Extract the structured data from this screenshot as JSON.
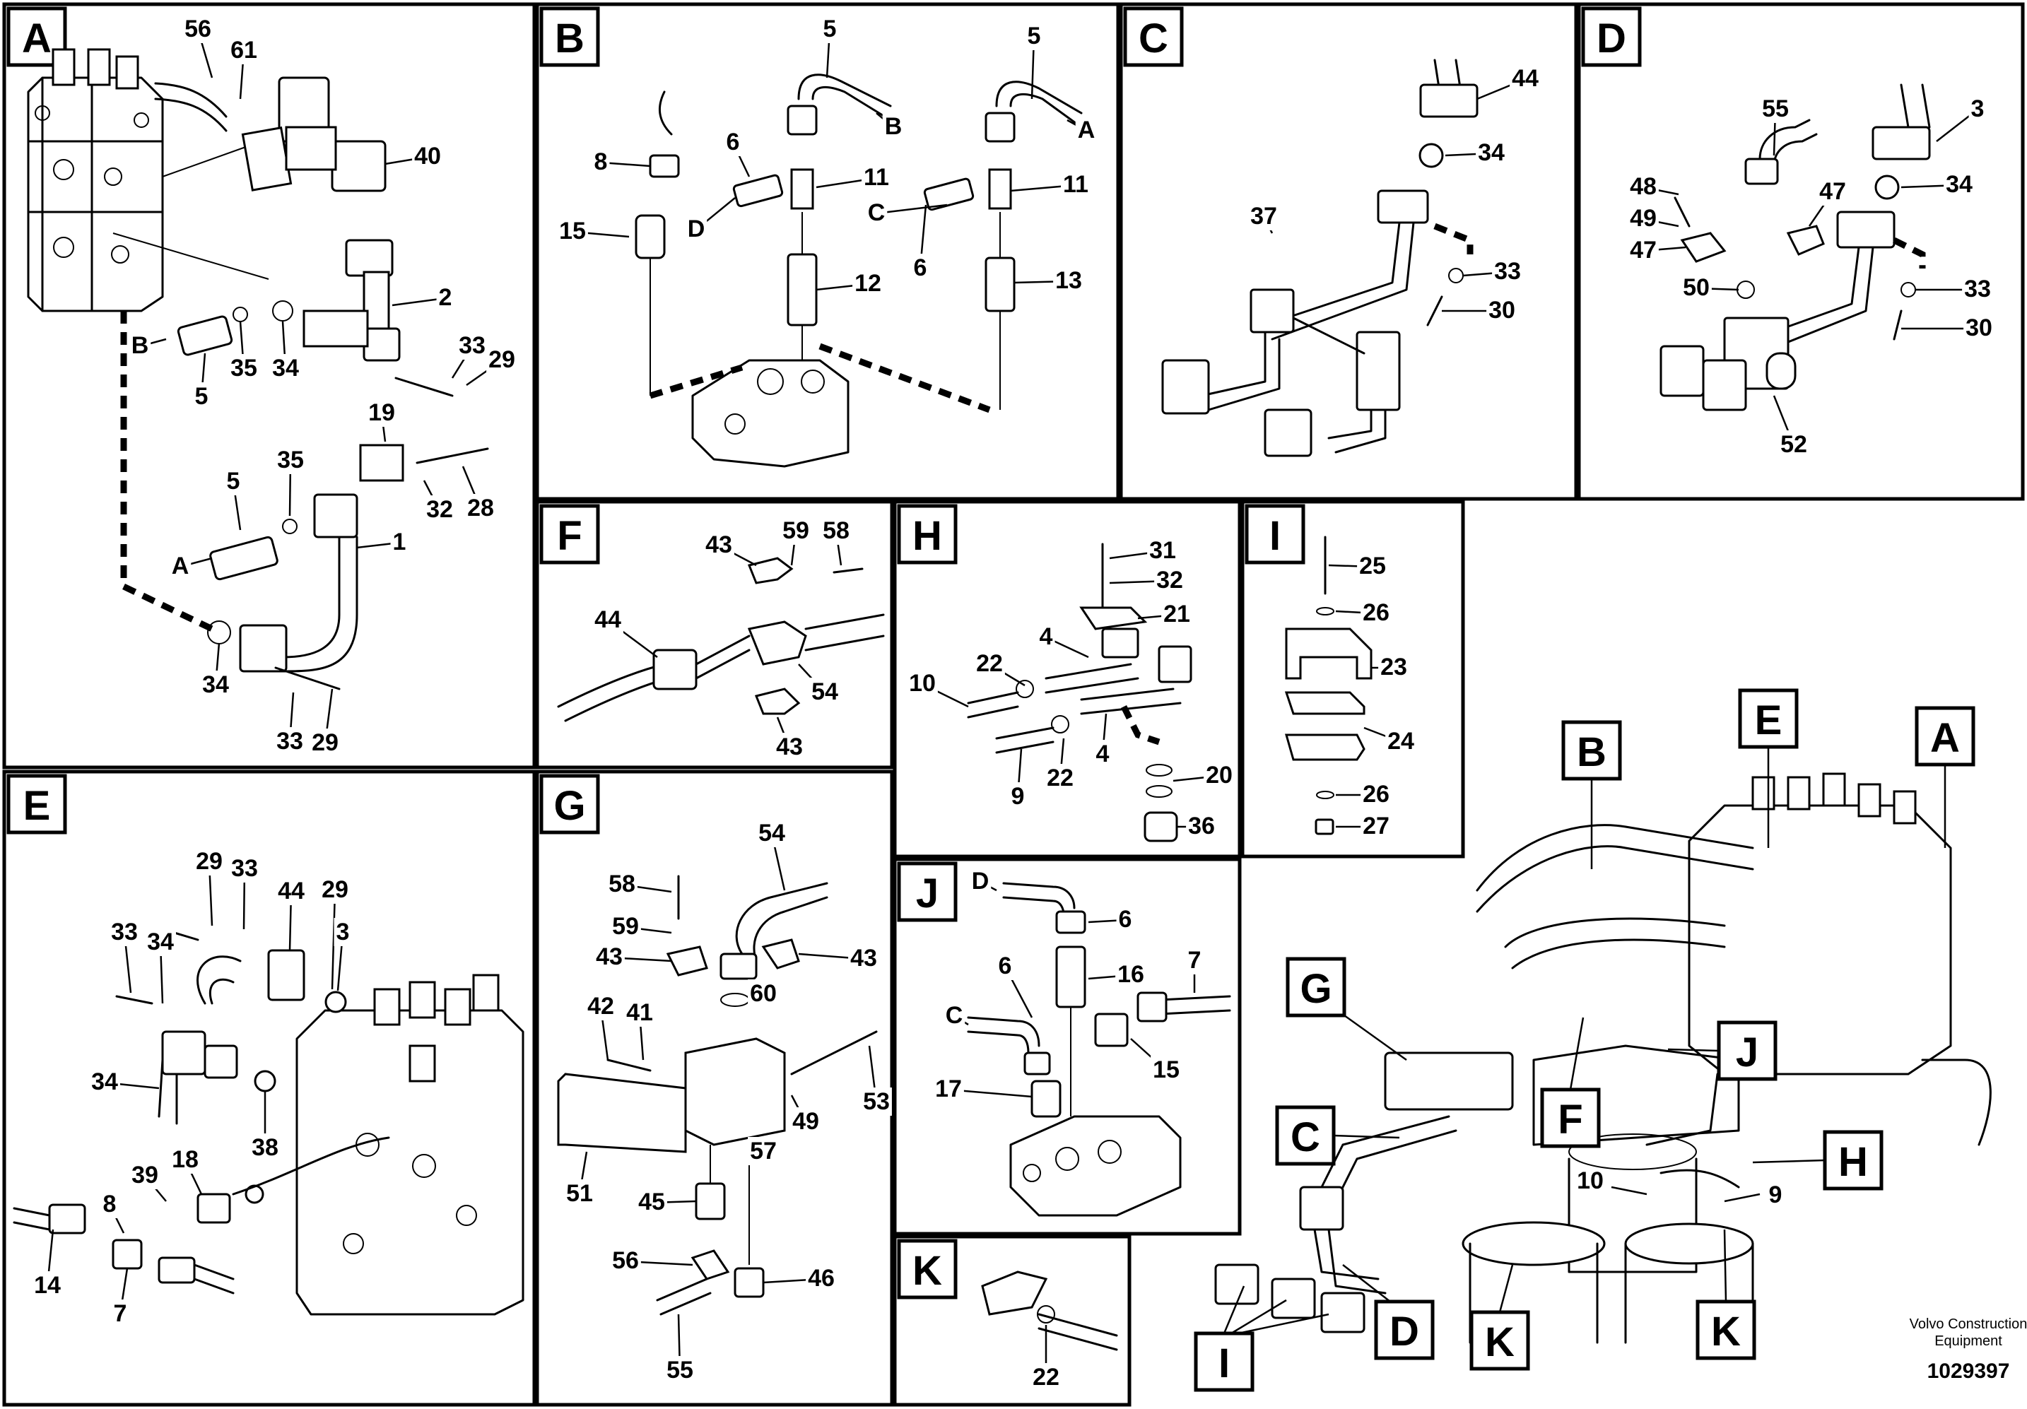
{
  "panels": {
    "A": {
      "letter": "A",
      "labels": [
        "56",
        "61",
        "40",
        "2",
        "5",
        "B",
        "35",
        "34",
        "33",
        "29",
        "19",
        "5",
        "35",
        "28",
        "32",
        "A",
        "1",
        "34",
        "33",
        "29"
      ]
    },
    "B": {
      "letter": "B",
      "labels": [
        "5",
        "5",
        "B",
        "A",
        "8",
        "6",
        "11",
        "11",
        "15",
        "D",
        "C",
        "6",
        "12",
        "13"
      ]
    },
    "C": {
      "letter": "C",
      "labels": [
        "44",
        "34",
        "37",
        "33",
        "30"
      ]
    },
    "D": {
      "letter": "D",
      "labels": [
        "3",
        "55",
        "34",
        "48",
        "47",
        "49",
        "47",
        "50",
        "33",
        "30",
        "52"
      ]
    },
    "E": {
      "letter": "E",
      "labels": [
        "29",
        "33",
        "44",
        "29",
        "33",
        "34",
        "3",
        "34",
        "38",
        "18",
        "39",
        "8",
        "14",
        "7"
      ]
    },
    "F": {
      "letter": "F",
      "labels": [
        "43",
        "59",
        "58",
        "44",
        "54",
        "43"
      ]
    },
    "G": {
      "letter": "G",
      "labels": [
        "54",
        "58",
        "59",
        "43",
        "43",
        "60",
        "42",
        "41",
        "53",
        "49",
        "51",
        "57",
        "45",
        "56",
        "46",
        "55"
      ]
    },
    "H": {
      "letter": "H",
      "labels": [
        "31",
        "32",
        "21",
        "4",
        "22",
        "10",
        "22",
        "9",
        "4",
        "20",
        "36"
      ]
    },
    "I": {
      "letter": "I",
      "labels": [
        "25",
        "26",
        "23",
        "24",
        "26",
        "27"
      ]
    },
    "J": {
      "letter": "J",
      "labels": [
        "D",
        "6",
        "7",
        "6",
        "16",
        "C",
        "15",
        "17"
      ]
    },
    "K": {
      "letter": "K",
      "labels": [
        "22"
      ]
    }
  },
  "overview": {
    "tags": [
      "B",
      "E",
      "A",
      "G",
      "J",
      "C",
      "F",
      "H",
      "10",
      "9",
      "I",
      "D",
      "K",
      "K"
    ]
  },
  "footer": {
    "brand_line1": "Volvo Construction",
    "brand_line2": "Equipment",
    "doc_number": "1029397"
  }
}
